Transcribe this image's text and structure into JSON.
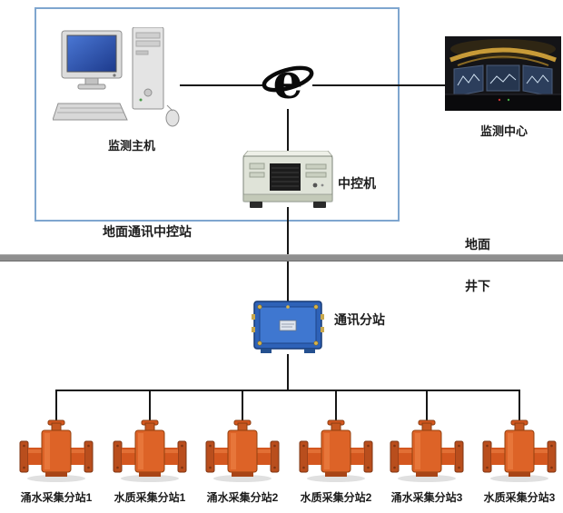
{
  "colors": {
    "ground_box_border": "#7fa6cf",
    "divider_gray": "#8f8f8f",
    "connector_black": "#161616",
    "substation_blue": "#2e62b8",
    "device_orange": "#d95f26"
  },
  "ground_station": {
    "label": "地面通讯中控站",
    "host_label": "监测主机",
    "control_machine_label": "中控机"
  },
  "monitor_center": {
    "label": "监测中心"
  },
  "network": {
    "icon": "internet-e-logo"
  },
  "surface": {
    "above_label": "地面",
    "below_label": "井下"
  },
  "substation": {
    "label": "通讯分站"
  },
  "devices": [
    {
      "label": "涌水采集分站1"
    },
    {
      "label": "水质采集分站1"
    },
    {
      "label": "涌水采集分站2"
    },
    {
      "label": "水质采集分站2"
    },
    {
      "label": "涌水采集分站3"
    },
    {
      "label": "水质采集分站3"
    }
  ]
}
